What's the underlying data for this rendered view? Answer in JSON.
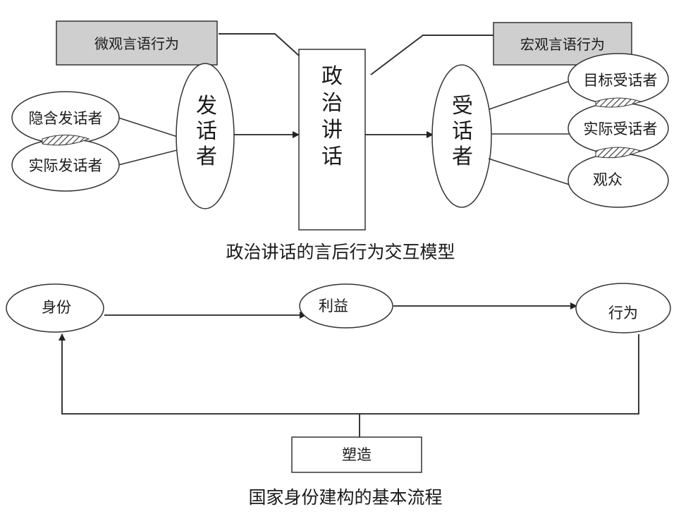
{
  "model": {
    "micro_label": "微观言语行为",
    "macro_label": "宏观言语行为",
    "speaker": "发话者",
    "speaker_types": [
      "隐含发话者",
      "实际发话者"
    ],
    "speech": "政治讲话",
    "receiver": "受话者",
    "receiver_types": [
      "目标受话者",
      "实际受话者",
      "观众"
    ],
    "caption": "政治讲话的言后行为交互模型",
    "colors": {
      "label_box_fill": "#cfcfcf",
      "line": "#333333"
    }
  },
  "flow": {
    "identity": "身份",
    "interest": "利益",
    "behavior": "行为",
    "shaping": "塑造",
    "caption": "国家身份建构的基本流程"
  }
}
